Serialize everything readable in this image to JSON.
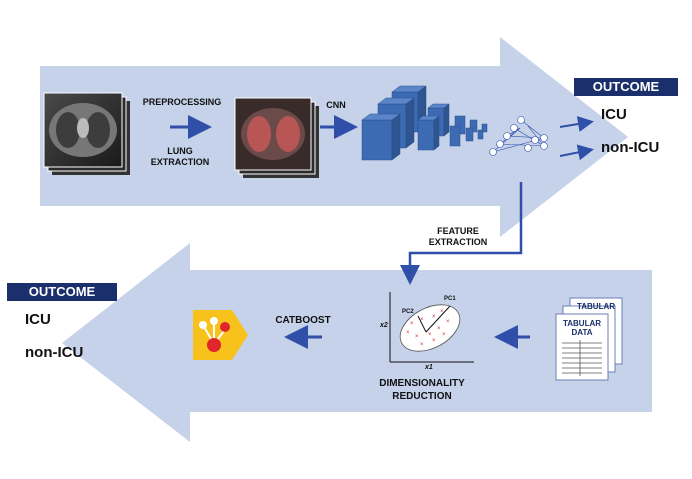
{
  "top_pipeline": {
    "preprocessing_label": "PREPROCESSING",
    "lung_extraction_label": "LUNG\nEXTRACTION",
    "cnn_label": "CNN",
    "outcome": {
      "title": "OUTCOME",
      "items": [
        "ICU",
        "non-ICU"
      ]
    }
  },
  "connector": {
    "feature_extraction_label": "FEATURE\nEXTRACTION"
  },
  "bottom_pipeline": {
    "tabular_label_back": "TABULAR",
    "tabular_label_front": "TABULAR\nDATA",
    "dimensionality_label": "DIMENSIONALITY\nREDUCTION",
    "pc1_label": "PC1",
    "pc2_label": "PC2",
    "x1_label": "x1",
    "x2_label": "x2",
    "catboost_label": "CATBOOST",
    "outcome": {
      "title": "OUTCOME",
      "items": [
        "ICU",
        "non-ICU"
      ]
    }
  },
  "colors": {
    "arrow_fill": "#c5d2ea",
    "accent_blue": "#2f4fa8",
    "outcome_bg": "#1a2f6b",
    "catboost_yellow": "#f6c21b",
    "catboost_red": "#e0262d"
  }
}
